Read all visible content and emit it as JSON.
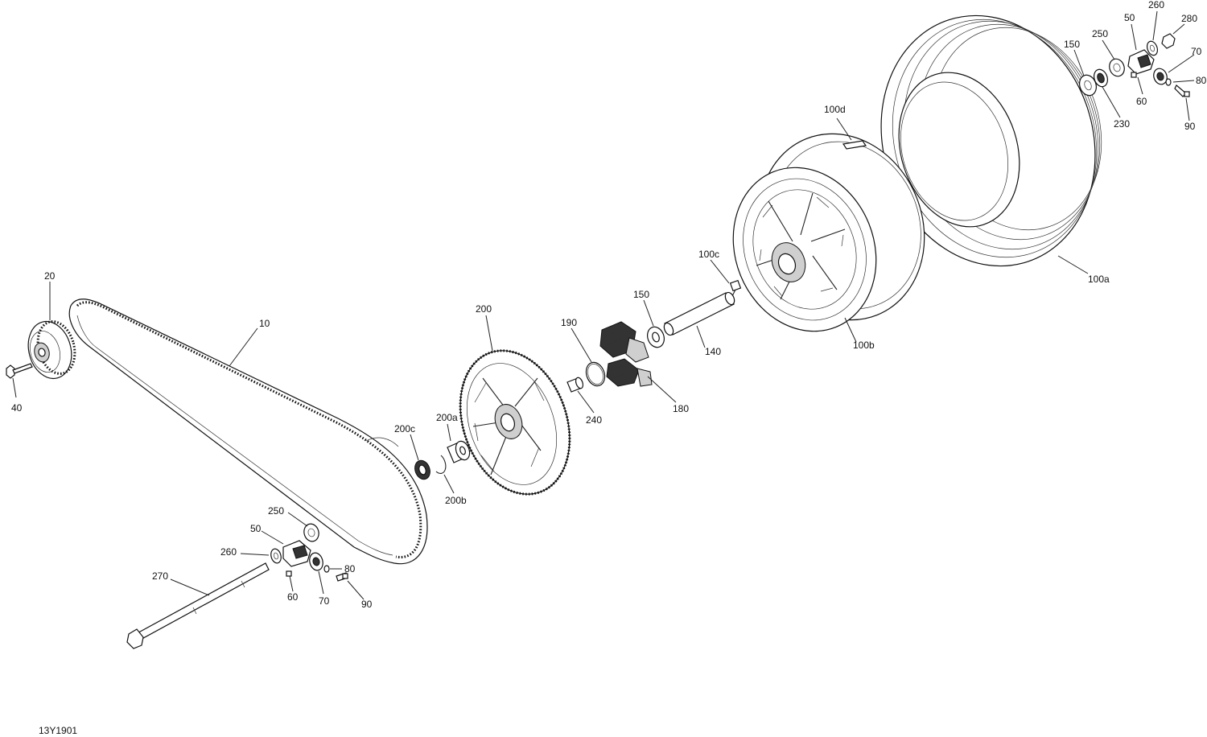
{
  "diagram": {
    "code": "13Y1901",
    "labels": {
      "l10": "10",
      "l20": "20",
      "l40": "40",
      "l50_top": "50",
      "l50_bottom": "50",
      "l60_top": "60",
      "l60_bottom": "60",
      "l70_top": "70",
      "l70_bottom": "70",
      "l80_top": "80",
      "l80_bottom": "80",
      "l90_top": "90",
      "l90_bottom": "90",
      "l100a": "100a",
      "l100b": "100b",
      "l100c": "100c",
      "l100d": "100d",
      "l140": "140",
      "l150_top": "150",
      "l150_mid": "150",
      "l180": "180",
      "l190": "190",
      "l200": "200",
      "l200a": "200a",
      "l200b": "200b",
      "l200c": "200c",
      "l230": "230",
      "l240": "240",
      "l250_top": "250",
      "l250_bottom": "250",
      "l260_top": "260",
      "l260_bottom": "260",
      "l270": "270",
      "l280": "280"
    }
  }
}
